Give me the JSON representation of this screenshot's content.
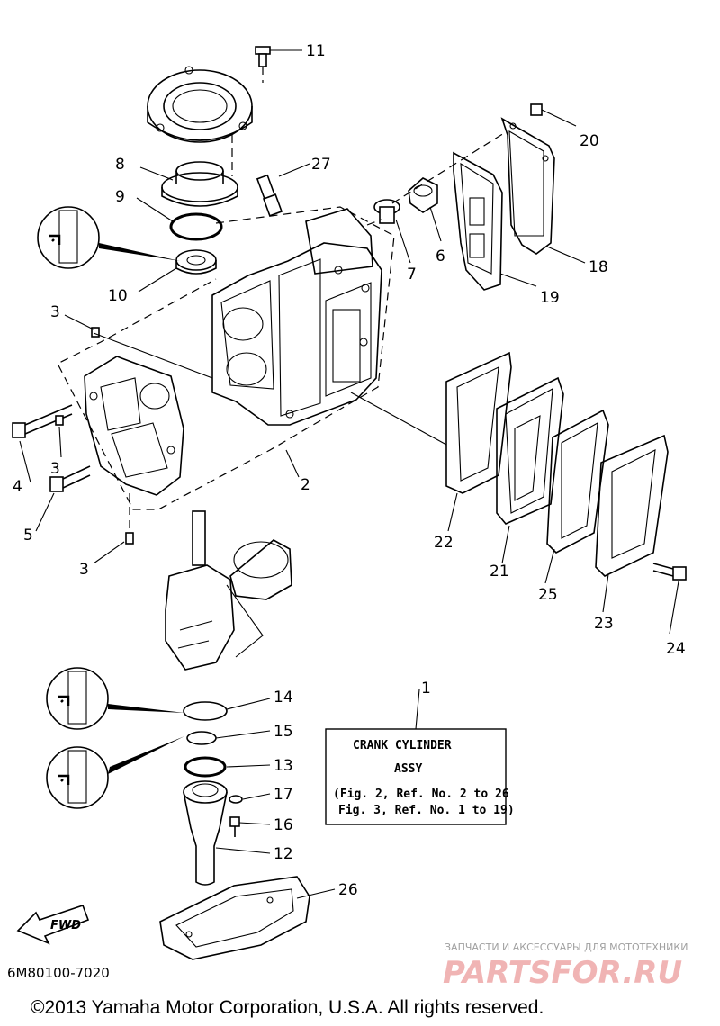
{
  "callouts": {
    "c1": "1",
    "c2": "2",
    "c3a": "3",
    "c3b": "3",
    "c3c": "3",
    "c4": "4",
    "c5": "5",
    "c6": "6",
    "c7": "7",
    "c8": "8",
    "c9": "9",
    "c10": "10",
    "c11": "11",
    "c12": "12",
    "c13": "13",
    "c14": "14",
    "c15": "15",
    "c16": "16",
    "c17": "17",
    "c18": "18",
    "c19": "19",
    "c20": "20",
    "c21": "21",
    "c22": "22",
    "c23": "23",
    "c24": "24",
    "c25": "25",
    "c26": "26",
    "c27": "27"
  },
  "assembly_box": {
    "line1": "CRANK CYLINDER",
    "line2": "ASSY",
    "line3": "(Fig. 2, Ref. No. 2 to 26",
    "line4": "Fig. 3, Ref. No. 1 to 19)"
  },
  "direction_label": "FWD",
  "diagram_code": "6M80100-7020",
  "copyright": "©2013 Yamaha Motor Corporation, U.S.A. All rights reserved.",
  "watermark": {
    "tagline": "ЗАПЧАСТИ И АКСЕССУАРЫ ДЛЯ МОТОТЕХНИКИ",
    "brand": "PARTSFOR.RU"
  },
  "colors": {
    "ink": "#000000",
    "watermark_brand": "#f0b4b4",
    "watermark_text": "#a0a0a0"
  }
}
